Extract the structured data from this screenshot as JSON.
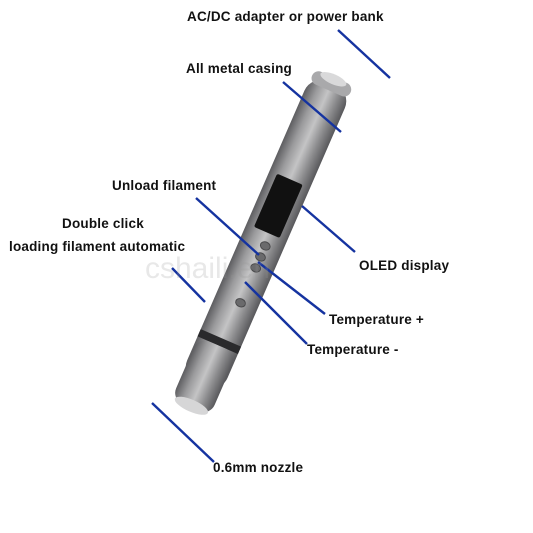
{
  "labels": {
    "adapter": "AC/DC adapter or power bank",
    "casing": "All metal casing",
    "unload": "Unload filament",
    "double_click": "Double click",
    "loading": "loading filament automatic",
    "oled": "OLED display",
    "temp_plus": "Temperature +",
    "temp_minus": "Temperature -",
    "nozzle": "0.6mm nozzle"
  },
  "watermark": "cshaili.en",
  "colors": {
    "leader_line": "#1533a0",
    "pen_body": "#8a8a8c",
    "display": "#111111"
  }
}
